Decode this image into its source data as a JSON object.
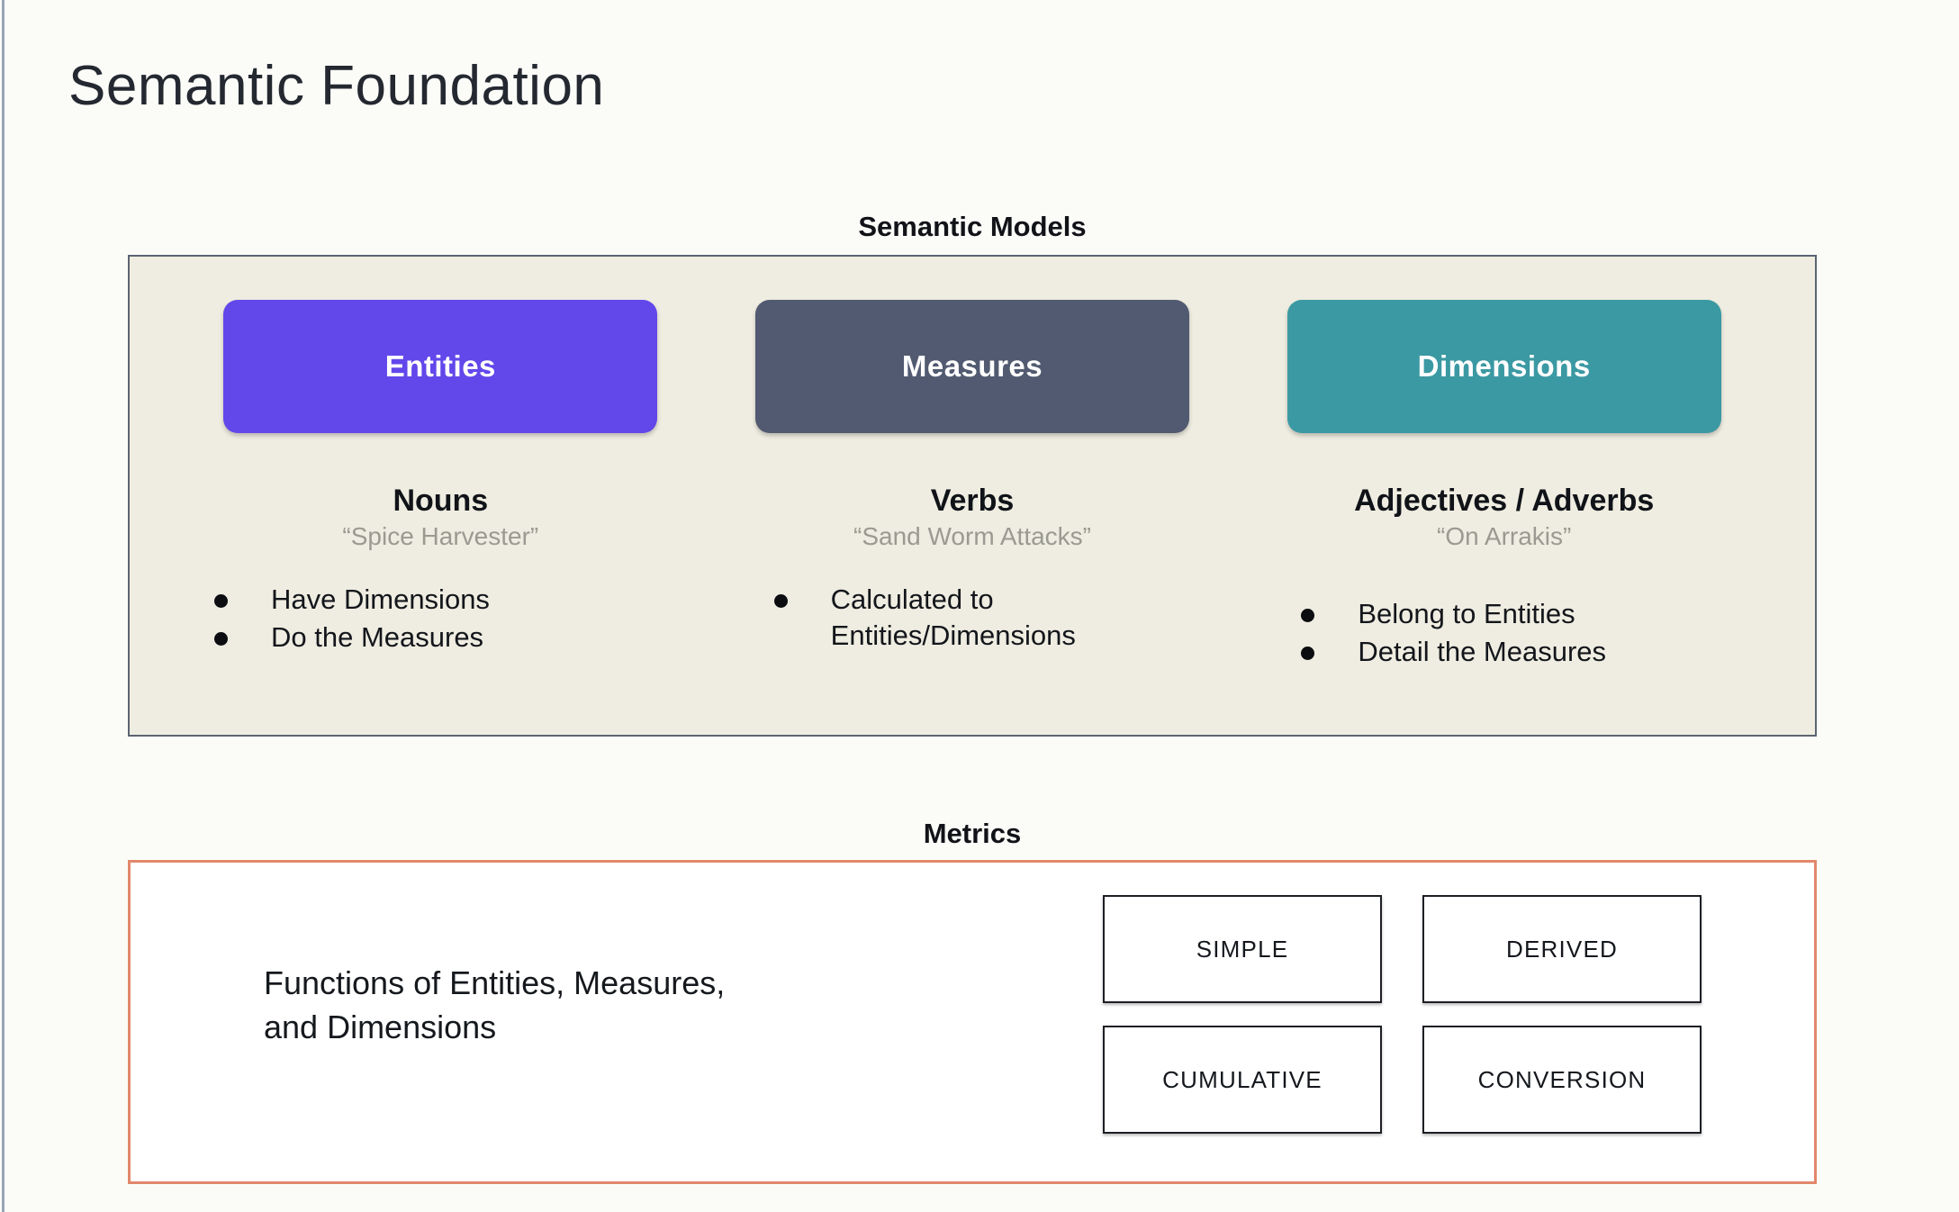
{
  "slide": {
    "title": "Semantic Foundation"
  },
  "colors": {
    "page_background": "#fbfcf8",
    "panel_background": "#efede1",
    "panel_border": "#5b6472",
    "entities": "#6247eb",
    "measures": "#515a70",
    "dimensions": "#3b99a3",
    "metrics_border": "#e2886c",
    "quote_text": "#9a9a92"
  },
  "semantic_models": {
    "header": "Semantic Models",
    "columns": [
      {
        "pill_label": "Entities",
        "pill_color": "#6247eb",
        "part_of_speech": "Nouns",
        "example": "“Spice Harvester”",
        "bullets": [
          "Have Dimensions",
          "Do the Measures"
        ]
      },
      {
        "pill_label": "Measures",
        "pill_color": "#515a70",
        "part_of_speech": "Verbs",
        "example": "“Sand Worm Attacks”",
        "bullets": [
          "Calculated to\nEntities/Dimensions"
        ]
      },
      {
        "pill_label": "Dimensions",
        "pill_color": "#3b99a3",
        "part_of_speech": "Adjectives / Adverbs",
        "example": "“On Arrakis”",
        "bullets": [
          "Belong to Entities",
          "Detail the Measures"
        ]
      }
    ]
  },
  "metrics": {
    "header": "Metrics",
    "description": "Functions of Entities, Measures,\nand Dimensions",
    "types": [
      "SIMPLE",
      "DERIVED",
      "CUMULATIVE",
      "CONVERSION"
    ]
  }
}
